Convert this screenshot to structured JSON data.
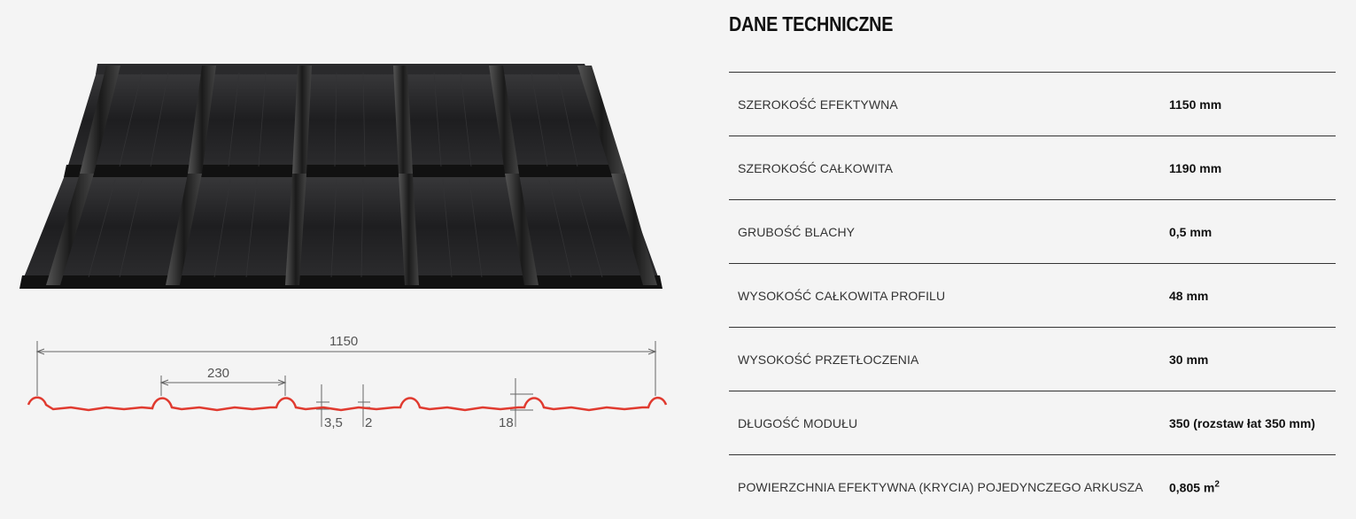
{
  "heading": "DANE TECHNICZNE",
  "specs": [
    {
      "label": "SZEROKOŚĆ EFEKTYWNA",
      "value": "1150 mm"
    },
    {
      "label": "SZEROKOŚĆ CAŁKOWITA",
      "value": "1190 mm"
    },
    {
      "label": "GRUBOŚĆ BLACHY",
      "value": "0,5 mm"
    },
    {
      "label": "WYSOKOŚĆ CAŁKOWITA PROFILU",
      "value": "48 mm"
    },
    {
      "label": "WYSOKOŚĆ PRZETŁOCZENIA",
      "value": "30 mm"
    },
    {
      "label": "DŁUGOŚĆ MODUŁU",
      "value": "350 (rozstaw łat 350 mm)"
    },
    {
      "label": "POWIERZCHNIA EFEKTYWNA (KRYCIA) POJEDYNCZEGO ARKUSZA",
      "value": "0,805 m",
      "value_sup": "2"
    }
  ],
  "diagram": {
    "total_width": "1150",
    "module_width": "230",
    "dim_a": "3,5",
    "dim_b": "2",
    "dim_c": "18",
    "profile_color": "#e03a2f"
  }
}
